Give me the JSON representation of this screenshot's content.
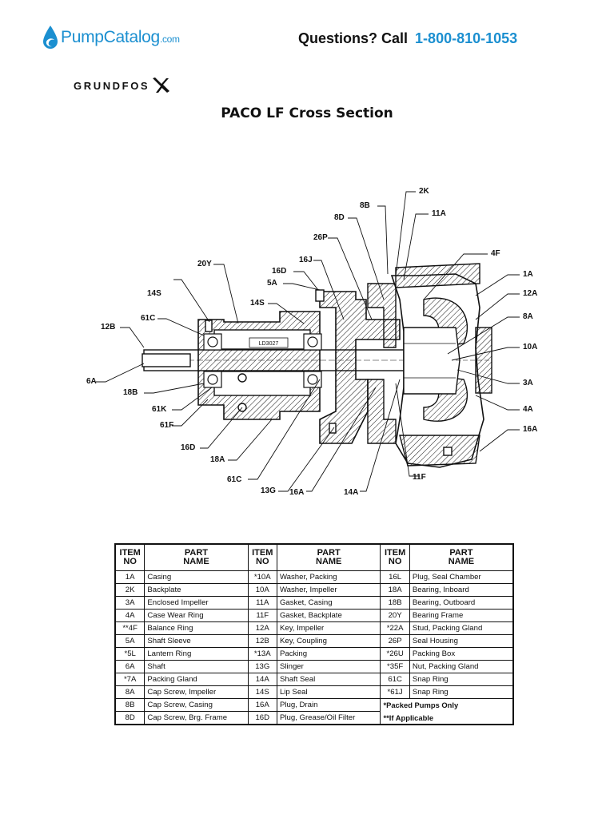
{
  "header": {
    "logo_name": "PumpCatalog",
    "logo_suffix": ".com",
    "questions_label": "Questions? Call",
    "phone": "1-800-810-1053"
  },
  "brand": {
    "name": "GRUNDFOS"
  },
  "title": "PACO LF Cross Section",
  "drawing": {
    "stamp": "LD3027",
    "callouts": [
      "2K",
      "8B",
      "11A",
      "8D",
      "26P",
      "4F",
      "16J",
      "20Y",
      "16D",
      "1A",
      "5A",
      "12A",
      "14S",
      "14S",
      "8A",
      "61C",
      "12B",
      "10A",
      "6A",
      "3A",
      "18B",
      "61K",
      "4A",
      "61F",
      "16A",
      "16D",
      "18A",
      "11F",
      "61C",
      "13G",
      "16A",
      "14A"
    ]
  },
  "table": {
    "headers": [
      {
        "item": "ITEM",
        "no": "NO",
        "part": "PART",
        "name": "NAME"
      },
      {
        "item": "ITEM",
        "no": "NO",
        "part": "PART",
        "name": "NAME"
      },
      {
        "item": "ITEM",
        "no": "NO",
        "part": "PART",
        "name": "NAME"
      }
    ],
    "rows": [
      [
        "1A",
        "Casing",
        "*10A",
        "Washer, Packing",
        "16L",
        "Plug, Seal Chamber"
      ],
      [
        "2K",
        "Backplate",
        "10A",
        "Washer, Impeller",
        "18A",
        "Bearing, Inboard"
      ],
      [
        "3A",
        "Enclosed Impeller",
        "11A",
        "Gasket, Casing",
        "18B",
        "Bearing, Outboard"
      ],
      [
        "4A",
        "Case Wear Ring",
        "11F",
        "Gasket, Backplate",
        "20Y",
        "Bearing Frame"
      ],
      [
        "**4F",
        "Balance Ring",
        "12A",
        "Key, Impeller",
        "*22A",
        "Stud, Packing Gland"
      ],
      [
        "5A",
        "Shaft Sleeve",
        "12B",
        "Key, Coupling",
        "26P",
        "Seal Housing"
      ],
      [
        "*5L",
        "Lantern Ring",
        "*13A",
        "Packing",
        "*26U",
        "Packing Box"
      ],
      [
        "6A",
        "Shaft",
        "13G",
        "Slinger",
        "*35F",
        "Nut, Packing Gland"
      ],
      [
        "*7A",
        "Packing Gland",
        "14A",
        "Shaft Seal",
        "61C",
        "Snap Ring"
      ],
      [
        "8A",
        "Cap Screw, Impeller",
        "14S",
        "Lip Seal",
        "*61J",
        "Snap Ring"
      ],
      [
        "8B",
        "Cap Screw, Casing",
        "16A",
        "Plug, Drain",
        "",
        ""
      ],
      [
        "8D",
        "Cap Screw, Brg. Frame",
        "16D",
        "Plug, Grease/Oil Filter",
        "",
        ""
      ]
    ],
    "notes": [
      "*Packed Pumps Only",
      "**If Applicable"
    ]
  }
}
